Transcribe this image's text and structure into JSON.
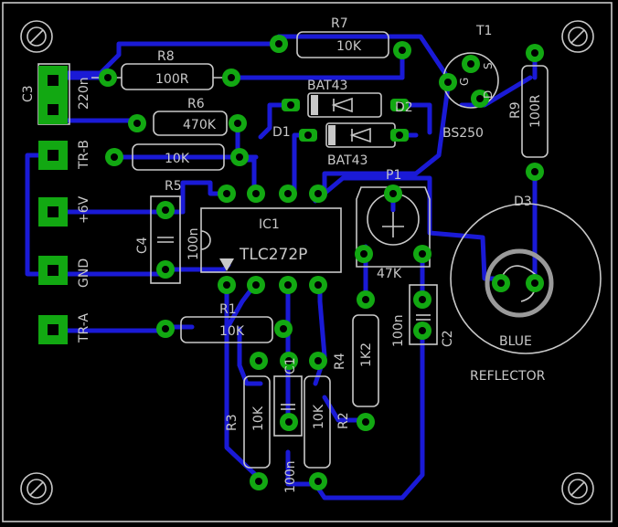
{
  "colors": {
    "background": "#000000",
    "trace": "#1a1ad6",
    "pad": "#12a812",
    "silk": "#c8c8c8",
    "drill": "#000000",
    "outline": "#c8c8c8"
  },
  "board": {
    "labels": {
      "r8": "R8",
      "r8_value": "100R",
      "r7": "R7",
      "r7_value": "10K",
      "r6": "R6",
      "r6_value": "470K",
      "r5": "R5",
      "r9": "R9",
      "r9_value": "100R",
      "r1": "R1",
      "r1_value": "10K",
      "r2": "R2",
      "r2_value": "10K",
      "r3": "R3",
      "r3_value": "10K",
      "r4": "R4",
      "r4_value": "1K2",
      "r5_value": "10K",
      "c1": "C1",
      "c1_value": "100n",
      "c2": "C2",
      "c2_value": "100n",
      "c3": "C3",
      "c3_value": "220n",
      "c4": "C4",
      "c4_value": "100n",
      "d1": "D1",
      "d2": "D2",
      "d3": "D3",
      "bat43_top": "BAT43",
      "bat43_bottom": "BAT43",
      "t1": "T1",
      "t1_part": "BS250",
      "t1_g": "G",
      "t1_d": "D",
      "t1_s": "S",
      "ic1": "IC1",
      "ic1_part": "TLC272P",
      "p1": "P1",
      "p1_value": "47K",
      "tr_b": "TR-B",
      "plus6v": "+6V",
      "gnd": "GND",
      "tr_a": "TR-A",
      "led_color": "BLUE",
      "reflector": "REFLECTOR"
    }
  }
}
